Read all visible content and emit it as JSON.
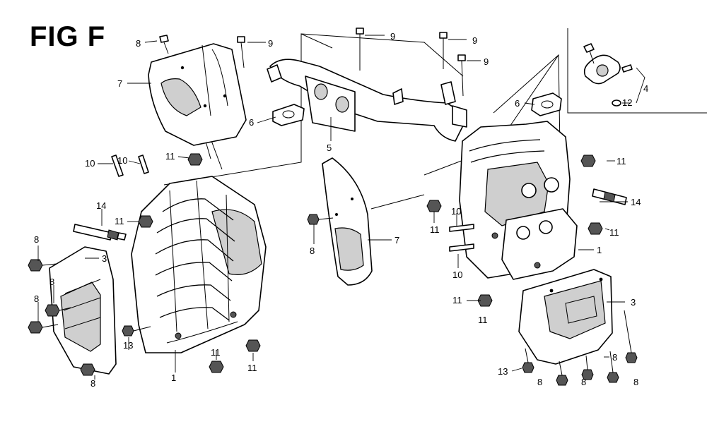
{
  "title": "FIG F",
  "callouts": [
    {
      "id": "c01",
      "text": "8"
    },
    {
      "id": "c02",
      "text": "9"
    },
    {
      "id": "c03",
      "text": "7"
    },
    {
      "id": "c04",
      "text": "9"
    },
    {
      "id": "c05",
      "text": "9"
    },
    {
      "id": "c06",
      "text": "9"
    },
    {
      "id": "c07",
      "text": "4"
    },
    {
      "id": "c08",
      "text": "12"
    },
    {
      "id": "c09",
      "text": "6"
    },
    {
      "id": "c10",
      "text": "6"
    },
    {
      "id": "c11",
      "text": "5"
    },
    {
      "id": "c12",
      "text": "11"
    },
    {
      "id": "c13",
      "text": "10"
    },
    {
      "id": "c14",
      "text": "10"
    },
    {
      "id": "c15",
      "text": "11"
    },
    {
      "id": "c16",
      "text": "14"
    },
    {
      "id": "c17",
      "text": "11"
    },
    {
      "id": "c18",
      "text": "8"
    },
    {
      "id": "c19",
      "text": "3"
    },
    {
      "id": "c20",
      "text": "8"
    },
    {
      "id": "c21",
      "text": "8"
    },
    {
      "id": "c22",
      "text": "13"
    },
    {
      "id": "c23",
      "text": "1"
    },
    {
      "id": "c24",
      "text": "11"
    },
    {
      "id": "c25",
      "text": "11"
    },
    {
      "id": "c26",
      "text": "8"
    },
    {
      "id": "c27",
      "text": "8"
    },
    {
      "id": "c28",
      "text": "7"
    },
    {
      "id": "c29",
      "text": "11"
    },
    {
      "id": "c30",
      "text": "10"
    },
    {
      "id": "c31",
      "text": "10"
    },
    {
      "id": "c32",
      "text": "11"
    },
    {
      "id": "c33",
      "text": "14"
    },
    {
      "id": "c34",
      "text": "11"
    },
    {
      "id": "c35",
      "text": "1"
    },
    {
      "id": "c36",
      "text": "11"
    },
    {
      "id": "c37",
      "text": "3"
    },
    {
      "id": "c38",
      "text": "8"
    },
    {
      "id": "c39",
      "text": "13"
    },
    {
      "id": "c40",
      "text": "8"
    },
    {
      "id": "c41",
      "text": "8"
    },
    {
      "id": "c42",
      "text": "8"
    }
  ]
}
